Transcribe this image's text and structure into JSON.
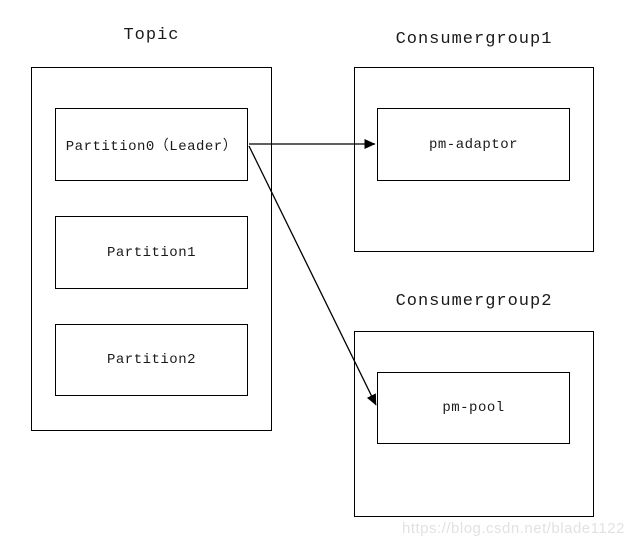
{
  "diagram": {
    "topic": {
      "title": "Topic",
      "partitions": [
        {
          "label": "Partition0（Leader）"
        },
        {
          "label": "Partition1"
        },
        {
          "label": "Partition2"
        }
      ]
    },
    "consumer_groups": [
      {
        "title": "Consumergroup1",
        "consumer": "pm-adaptor"
      },
      {
        "title": "Consumergroup2",
        "consumer": "pm-pool"
      }
    ],
    "edges": [
      {
        "from": "Partition0（Leader）",
        "to": "pm-adaptor"
      },
      {
        "from": "Partition0（Leader）",
        "to": "pm-pool"
      }
    ],
    "colors": {
      "line": "#000000",
      "background": "#ffffff",
      "watermark": "#e2e2e2"
    },
    "watermark": "https://blog.csdn.net/blade1122"
  }
}
